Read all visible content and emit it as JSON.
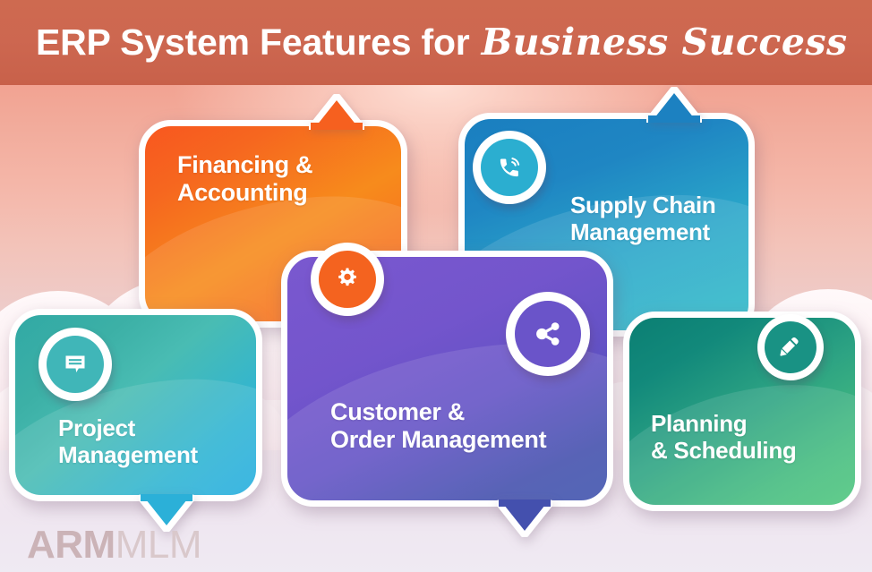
{
  "header": {
    "title_plain": "ERP System Features for",
    "title_script": "Business Success",
    "bg_color": "#cd6750",
    "text_color": "#ffffff"
  },
  "cards": [
    {
      "id": "finance",
      "label": "Financing &\nAccounting",
      "icon": "gear-icon",
      "icon_position": "bottom-right",
      "accent": "#f7671f",
      "gradient_from": "#f8571f",
      "gradient_to": "#f78b1c",
      "tab": "top-right"
    },
    {
      "id": "supply",
      "label": "Supply Chain\nManagement",
      "icon": "phone-call-icon",
      "icon_position": "top-left",
      "accent": "#2aa7c9",
      "gradient_from": "#1a7fc0",
      "gradient_to": "#2fbcc8",
      "tab": "top-left"
    },
    {
      "id": "project",
      "label": "Project\nManagement",
      "icon": "chat-bubble-icon",
      "icon_position": "top-left",
      "accent": "#3fb4b4",
      "gradient_from": "#31a9a5",
      "gradient_to": "#25aee0",
      "tab": "bottom-right"
    },
    {
      "id": "customer",
      "label": "Customer &\nOrder Management",
      "icon": "share-nodes-icon",
      "icon_position": "top-right",
      "accent": "#6b53c8",
      "gradient_from": "#7a58cf",
      "gradient_to": "#3f54ad",
      "tab": "bottom-right"
    },
    {
      "id": "planning",
      "label": "Planning\n& Scheduling",
      "icon": "pencil-icon",
      "icon_position": "top-right",
      "accent": "#1d9280",
      "gradient_from": "#0b7f73",
      "gradient_to": "#4fc77e",
      "tab": "none"
    }
  ],
  "watermark": {
    "bold": "ARM",
    "light": "MLM",
    "bold_color": "#cbb3b7",
    "light_color": "#d9c8cb"
  },
  "background": {
    "sky_top": "#f2a392",
    "sky_bottom": "#efeaf3",
    "cloud_color": "#fdf4f6"
  }
}
